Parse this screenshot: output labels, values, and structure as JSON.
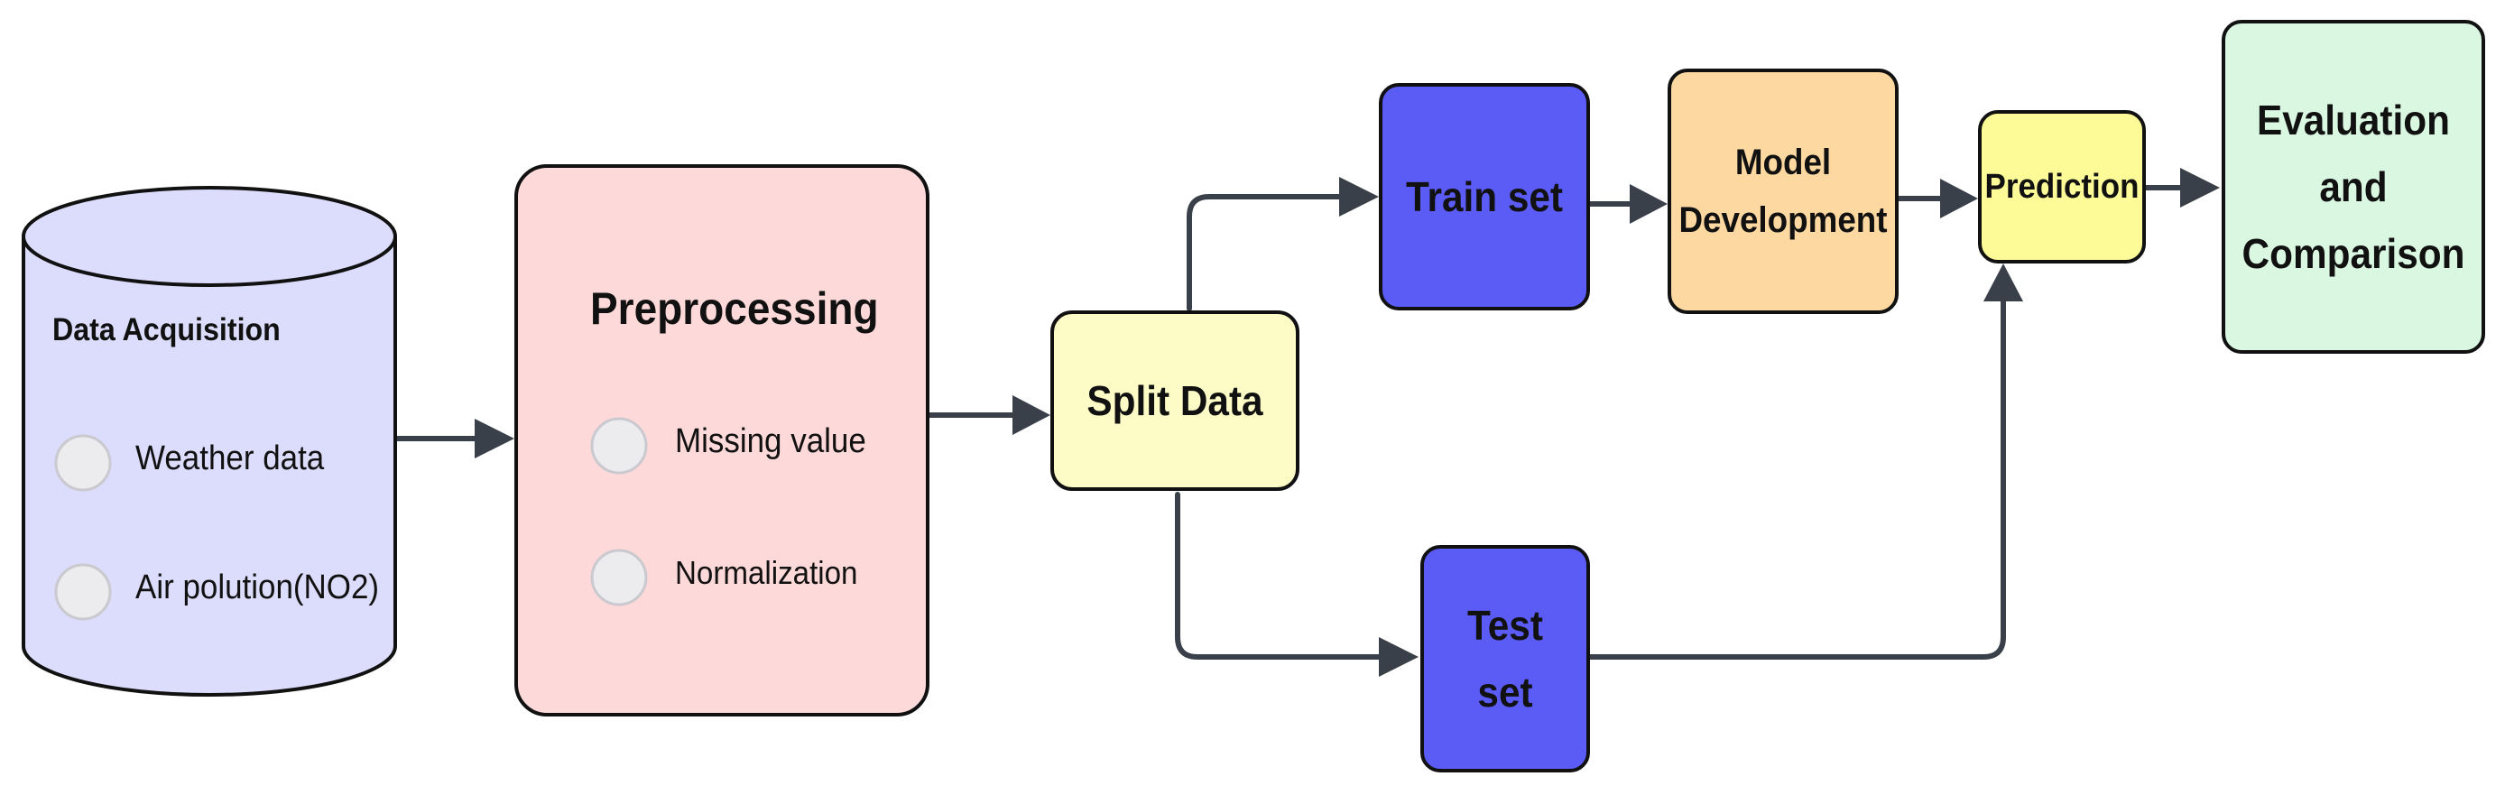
{
  "data_acquisition": {
    "title": "Data Acquisition",
    "items": [
      "Weather data",
      "Air polution(NO2)"
    ]
  },
  "preprocessing": {
    "title": "Preprocessing",
    "items": [
      "Missing value",
      "Normalization"
    ]
  },
  "split": {
    "label": "Split Data"
  },
  "train": {
    "label": "Train set"
  },
  "test": {
    "line1": "Test",
    "line2": "set"
  },
  "model": {
    "line1": "Model",
    "line2": "Development"
  },
  "prediction": {
    "label": "Prediction"
  },
  "evaluation": {
    "line1": "Evaluation",
    "line2": "and",
    "line3": "Comparison"
  },
  "colors": {
    "cylinder_fill": "#dcdcfc",
    "preprocessing_fill": "#fed9d9",
    "split_fill": "#fdfbc6",
    "train_test_fill": "#5b5bf6",
    "model_fill": "#fdd9a1",
    "prediction_fill": "#fdfb98",
    "evaluation_fill": "#d9f7e1",
    "circle_fill": "#ececef",
    "stroke": "#111111",
    "arrow": "#394049"
  }
}
